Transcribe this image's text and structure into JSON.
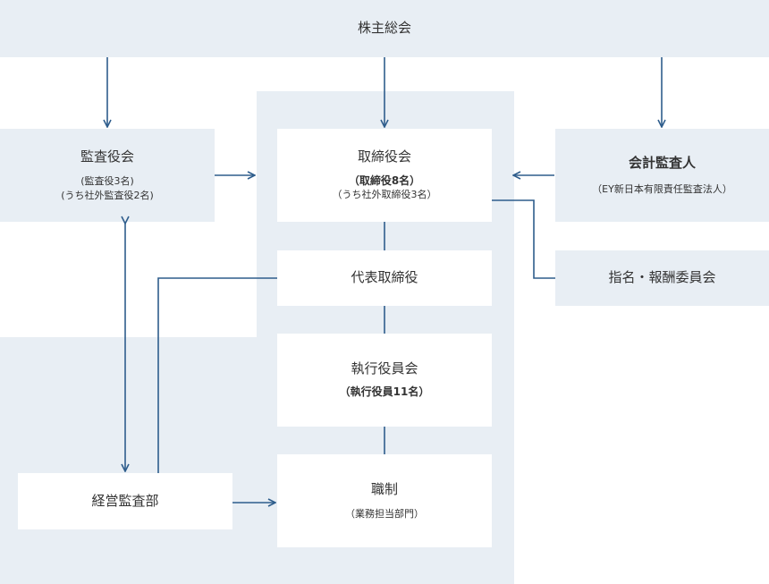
{
  "top": {
    "label": "株主総会"
  },
  "audit_board": {
    "title": "監査役会",
    "sub1": "(監査役3名)",
    "sub2": "(うち社外監査役2名)"
  },
  "board": {
    "title": "取締役会",
    "sub1": "（取締役8名）",
    "sub2": "（うち社外取締役3名）"
  },
  "auditor": {
    "title": "会計監査人",
    "sub": "（EY新日本有限責任監査法人）"
  },
  "nomination": {
    "title": "指名・報酬委員会"
  },
  "rep_director": {
    "title": "代表取締役"
  },
  "officers": {
    "title": "執行役員会",
    "sub": "（執行役員11名）"
  },
  "internal_audit": {
    "title": "経営監査部"
  },
  "staff": {
    "title": "職制",
    "sub": "（業務担当部門）"
  },
  "colors": {
    "panel": "#e8eef4",
    "line": "#2e5d8c",
    "text": "#333333"
  }
}
